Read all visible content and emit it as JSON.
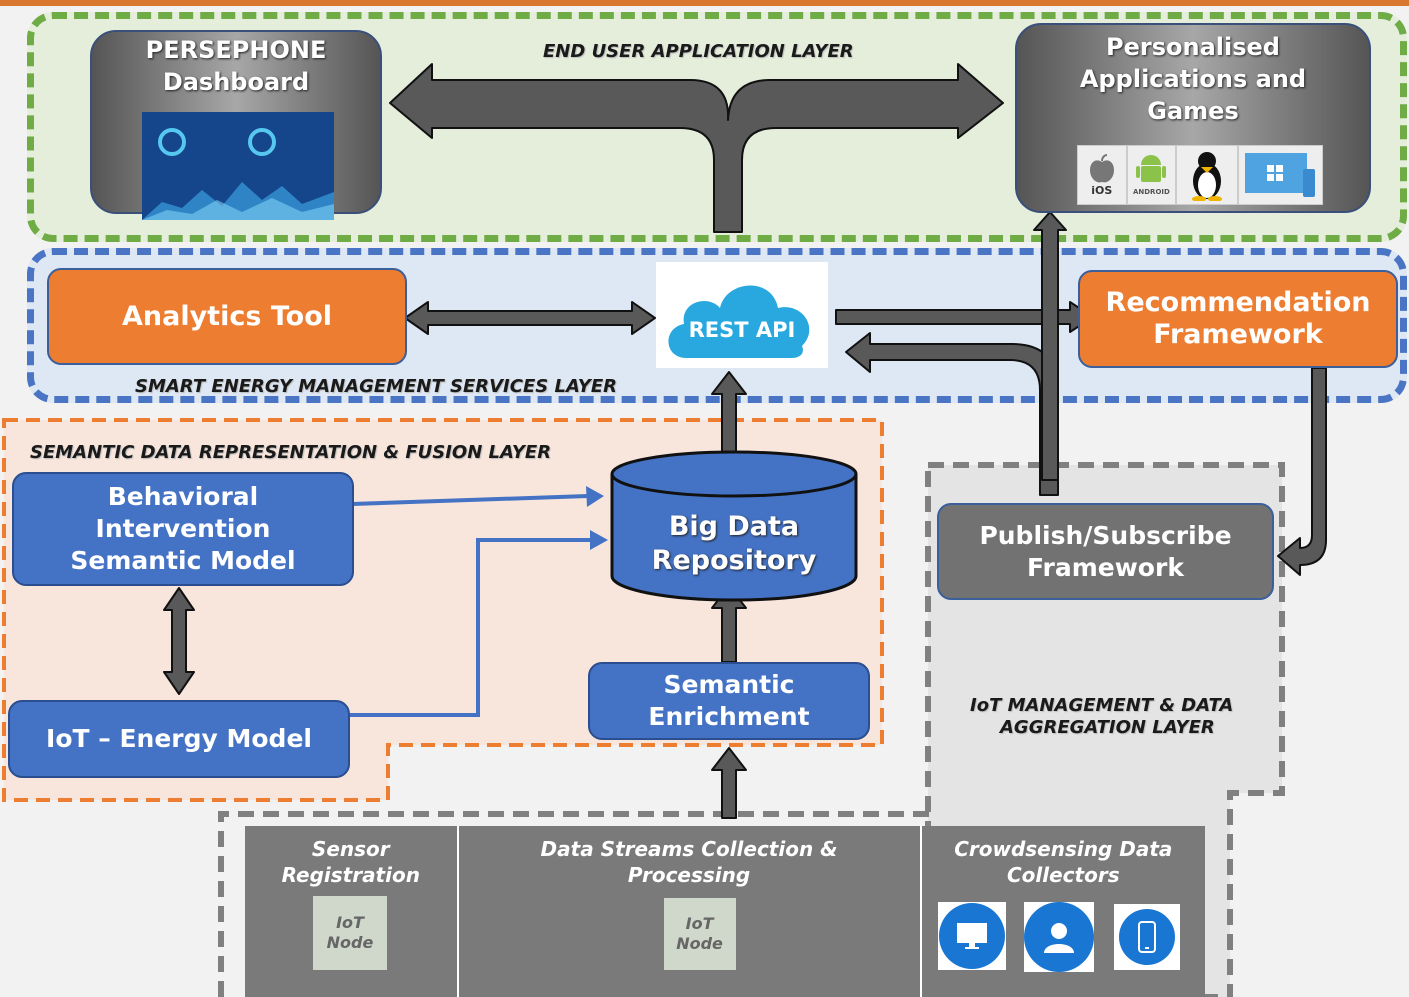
{
  "layers": {
    "user": "END USER APPLICATION LAYER",
    "services": "SMART ENERGY MANAGEMENT SERVICES LAYER",
    "semantic": "SEMANTIC DATA REPRESENTATION & FUSION LAYER",
    "iot_line1": "IoT  MANAGEMENT & DATA",
    "iot_line2": "AGGREGATION LAYER"
  },
  "boxes": {
    "dashboard_l1": "PERSEPHONE",
    "dashboard_l2": "Dashboard",
    "apps_l1": "Personalised",
    "apps_l2": "Applications and",
    "apps_l3": "Games",
    "analytics": "Analytics Tool",
    "rest_api": "REST API",
    "recommendation_l1": "Recommendation",
    "recommendation_l2": "Framework",
    "behavioral_l1": "Behavioral",
    "behavioral_l2": "Intervention",
    "behavioral_l3": "Semantic Model",
    "iot_energy": "IoT – Energy Model",
    "bigdata_l1": "Big Data",
    "bigdata_l2": "Repository",
    "enrichment_l1": "Semantic",
    "enrichment_l2": "Enrichment",
    "pubsub_l1": "Publish/Subscribe",
    "pubsub_l2": "Framework"
  },
  "bottom": {
    "sensor_l1": "Sensor",
    "sensor_l2": "Registration",
    "streams_l1": "Data Streams Collection &",
    "streams_l2": "Processing",
    "crowd_l1": "Crowdsensing Data",
    "crowd_l2": "Collectors",
    "iot_node_l1": "IoT",
    "iot_node_l2": "Node"
  },
  "os_labels": {
    "ios": "iOS",
    "android": "ANDROID"
  },
  "colors": {
    "user_layer": "#6fac46",
    "services_layer": "#4a74c4",
    "semantic_layer": "#ed7d31",
    "iot_layer": "#808080",
    "orange_box": "#ed7d31",
    "blue_box": "#4472c4",
    "gray_box": "#727272"
  }
}
